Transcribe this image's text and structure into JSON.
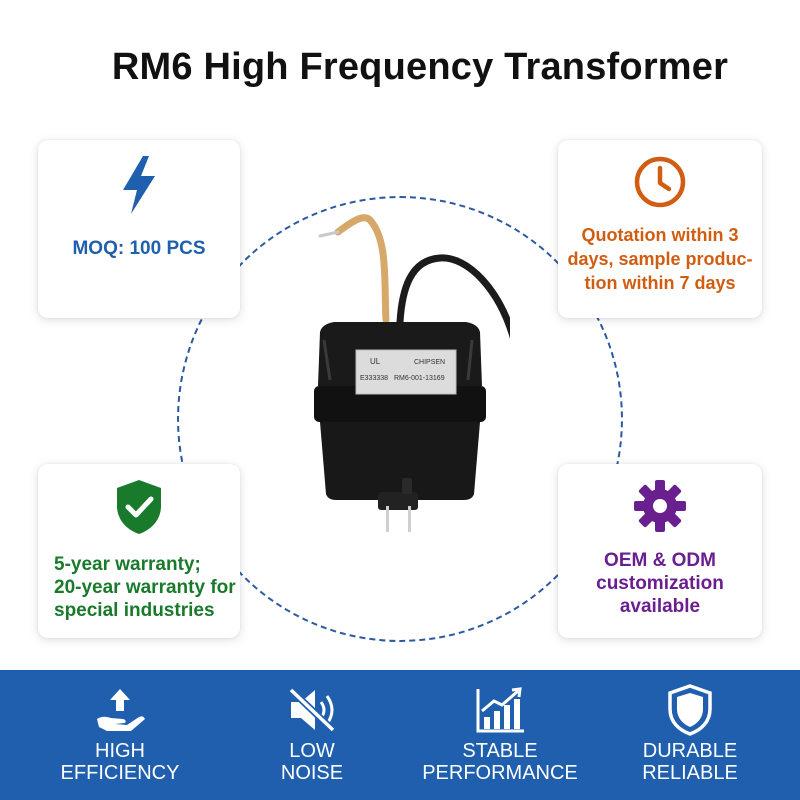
{
  "title": "RM6 High Frequency Transformer",
  "cards": {
    "moq": {
      "text": "MOQ: 100 PCS",
      "icon": "lightning-icon",
      "color": "#1f5fae"
    },
    "quote": {
      "line1": "Quotation within 3",
      "line2": "days, sample produc-",
      "line3": "tion within 7 days",
      "icon": "clock-icon",
      "color": "#d05d11"
    },
    "warranty": {
      "line1": "5-year warranty;",
      "line2": "20-year warranty for",
      "line3": "special industries",
      "icon": "shield-check-icon",
      "color": "#1a7a2c"
    },
    "oem": {
      "line1": "OEM & ODM",
      "line2": "customization",
      "line3": "available",
      "icon": "gear-icon",
      "color": "#6a1f8f"
    }
  },
  "product": {
    "label_line1": "CHIPSEN",
    "label_line2": "E333338",
    "label_line3": "RM6-001-13169"
  },
  "features": [
    {
      "line1": "HIGH",
      "line2": "EFFICIENCY",
      "icon": "hand-upload-icon"
    },
    {
      "line1": "LOW",
      "line2": "NOISE",
      "icon": "mute-speaker-icon"
    },
    {
      "line1": "STABLE",
      "line2": "PERFORMANCE",
      "icon": "growth-chart-icon"
    },
    {
      "line1": "DURABLE",
      "line2": "RELIABLE",
      "icon": "shield-icon"
    }
  ],
  "colors": {
    "bar": "#1f5fae",
    "circle": "#2c5aa0"
  }
}
